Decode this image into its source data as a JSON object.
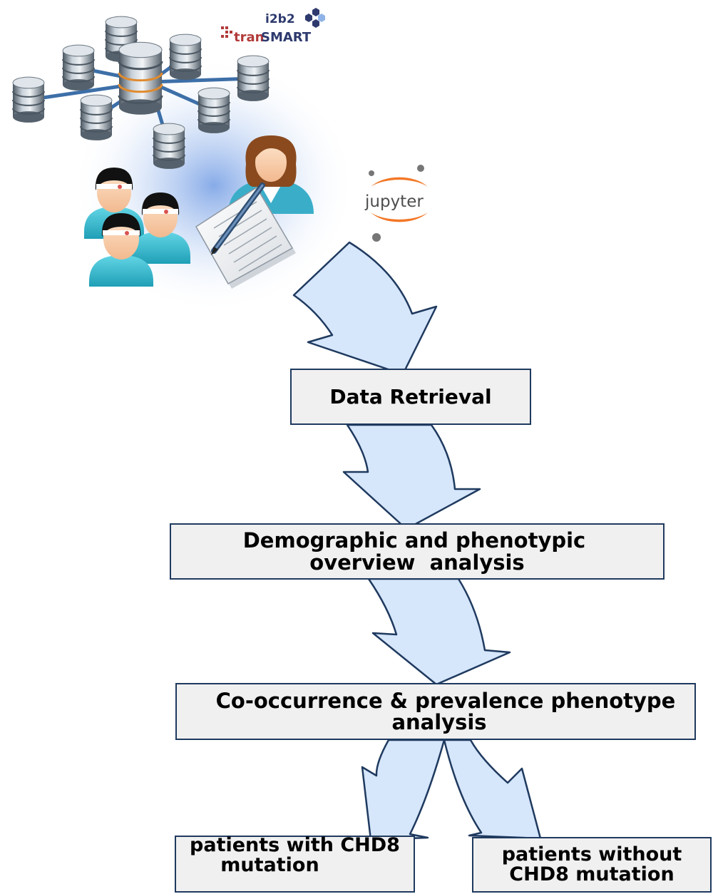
{
  "logos": {
    "i2b2": "i2b2",
    "transmart_prefix": "tran",
    "transmart_suffix": "SMART",
    "jupyter": "jupyter"
  },
  "icons": [
    "database-network-icon",
    "patients-group-icon",
    "doctor-icon",
    "clipboard-pen-icon",
    "jupyter-logo",
    "i2b2-transmart-logo"
  ],
  "colors": {
    "arrow_fill": "#d6e6fb",
    "arrow_stroke": "#1f3a5f",
    "box_fill": "#f0f0f0",
    "box_stroke": "#1f3a5f",
    "jupyter_orange": "#f37726",
    "transmart_navy": "#2e3a6e"
  },
  "steps": {
    "retrieval": "Data Retrieval",
    "demographic_line1": "Demographic and phenotypic",
    "demographic_line2": "overview  analysis",
    "cooccurrence_line1": "Co-occurrence & prevalence phenotype",
    "cooccurrence_line2": "analysis",
    "with_chd8_line1": "patients with CHD8",
    "with_chd8_line2": "mutation",
    "without_chd8_line1": "patients without",
    "without_chd8_line2": "CHD8 mutation"
  }
}
